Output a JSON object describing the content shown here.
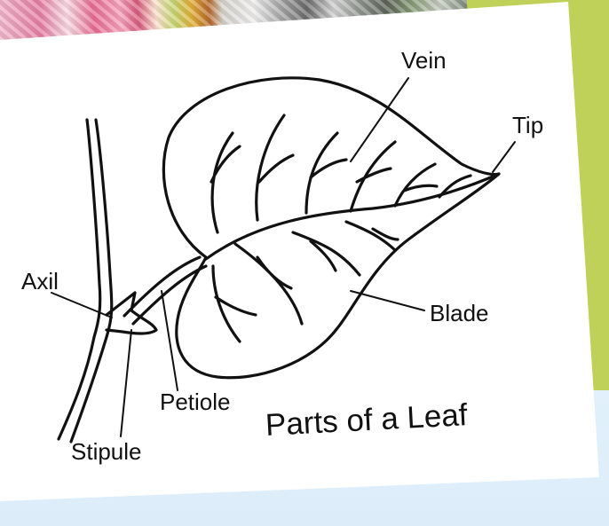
{
  "diagram": {
    "title": "Parts of a Leaf",
    "labels": {
      "vein": "Vein",
      "tip": "Tip",
      "axil": "Axil",
      "blade": "Blade",
      "petiole": "Petiole",
      "stipule": "Stipule"
    }
  },
  "colors": {
    "ink": "#111111",
    "card": "#ffffff",
    "background": "#dbeefc",
    "accent_panel": "#bfd158"
  }
}
